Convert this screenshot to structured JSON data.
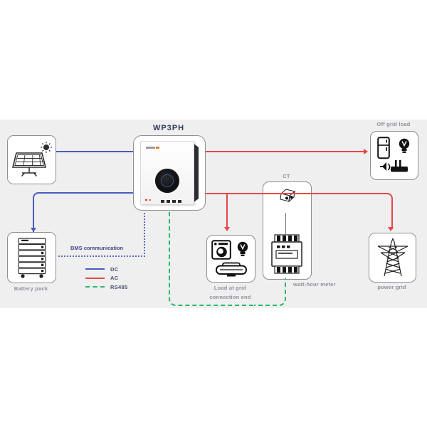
{
  "title": "WP3PH",
  "nodes": {
    "off_grid_load": {
      "label": "Off grid load"
    },
    "ct": {
      "label": "CT"
    },
    "meter": {
      "label": "watt-hour meter"
    },
    "battery": {
      "label": "Battery pack"
    },
    "grid_load": {
      "line1": "Load at grid",
      "line2": "connection end"
    },
    "power_grid": {
      "label": "power grid"
    }
  },
  "legend": {
    "bms_label": "BMS communication",
    "items": [
      {
        "label": "DC",
        "color": "#4a5cbe",
        "style": "solid"
      },
      {
        "label": "AC",
        "color": "#e94747",
        "style": "solid"
      },
      {
        "label": "RS485",
        "color": "#2bb573",
        "style": "dashed"
      }
    ]
  },
  "icons": {
    "solar_box": "solar-panel-icon",
    "battery_box": "battery-stack-icon",
    "inverter_box": "inverter-device",
    "ct_box": [
      "ct-clamp-icon",
      "energy-meter-icon"
    ],
    "off_grid_load_box": [
      "fridge-icon",
      "bulb-icon",
      "router-icon"
    ],
    "grid_load_box": [
      "washing-machine-icon",
      "bulb-icon",
      "projector-icon"
    ],
    "power_grid_box": "transmission-tower-icon"
  },
  "colors": {
    "band": "#efeff0",
    "box_border": "#8f8f8f",
    "dc": "#4a5cbe",
    "ac": "#e94747",
    "rs485": "#2bb573",
    "bms": "#5b68bd",
    "label": "#8d929b",
    "title": "#2b3a55"
  }
}
